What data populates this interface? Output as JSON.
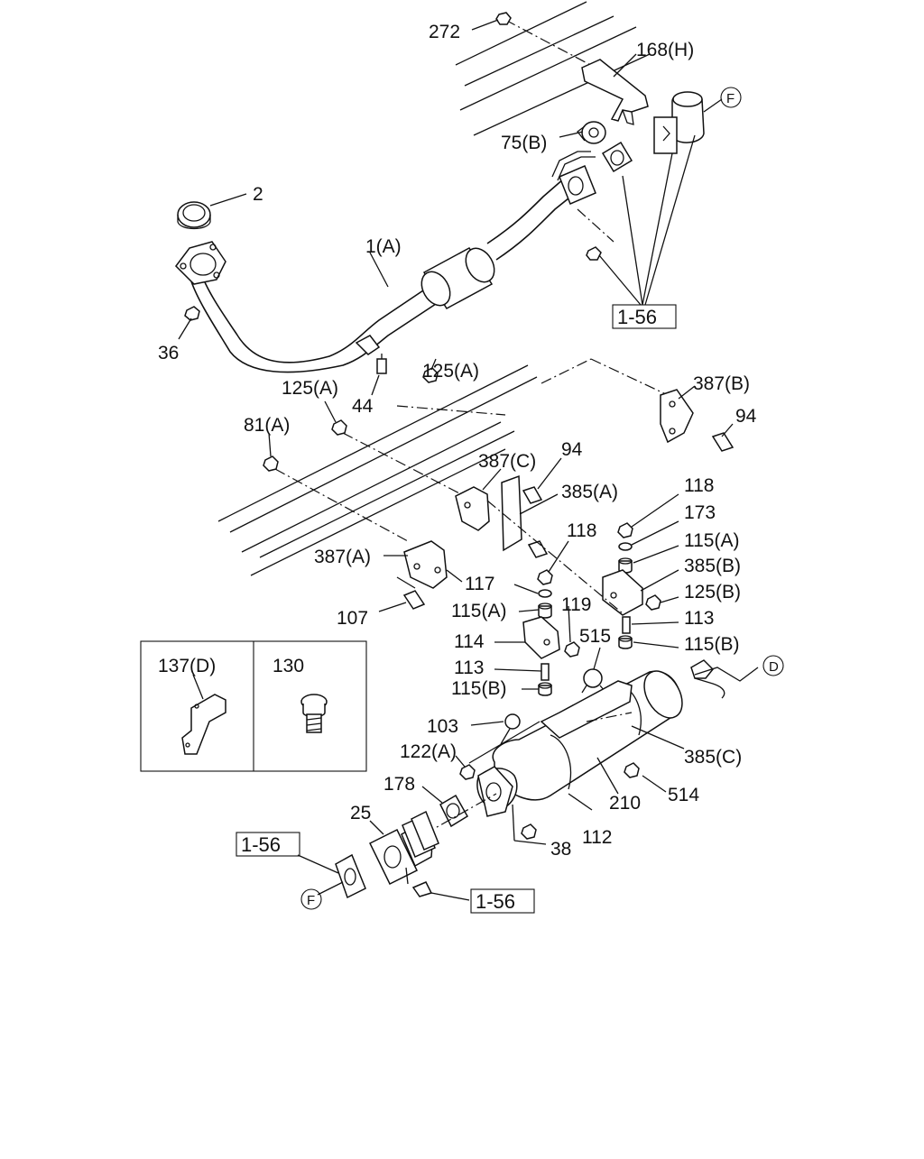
{
  "diagram": {
    "callouts": {
      "c272": "272",
      "c168h": "168(H)",
      "c75b": "75(B)",
      "c2": "2",
      "c1a": "1(A)",
      "c36": "36",
      "c44": "44",
      "c125a_1": "125(A)",
      "c125a_2": "125(A)",
      "c387b": "387(B)",
      "c94_1": "94",
      "c81a": "81(A)",
      "c387c": "387(C)",
      "c94_2": "94",
      "c385a": "385(A)",
      "c118_1": "118",
      "c173": "173",
      "c115a_1": "115(A)",
      "c118_2": "118",
      "c385b": "385(B)",
      "c387a": "387(A)",
      "c117": "117",
      "c125b": "125(B)",
      "c107": "107",
      "c115a_2": "115(A)",
      "c119": "119",
      "c113_1": "113",
      "c114": "114",
      "c515": "515",
      "c115b_1": "115(B)",
      "c113_2": "113",
      "c115b_2": "115(B)",
      "c137d": "137(D)",
      "c130": "130",
      "c103": "103",
      "c385c": "385(C)",
      "c122a": "122(A)",
      "c514": "514",
      "c178": "178",
      "c210": "210",
      "c25": "25",
      "c112": "112",
      "c38": "38"
    },
    "ref_boxes": {
      "r1": "1-56",
      "r2": "1-56",
      "r3": "1-56"
    },
    "circled_refs": {
      "f_top": "F",
      "d": "D",
      "f_bottom": "F"
    }
  }
}
